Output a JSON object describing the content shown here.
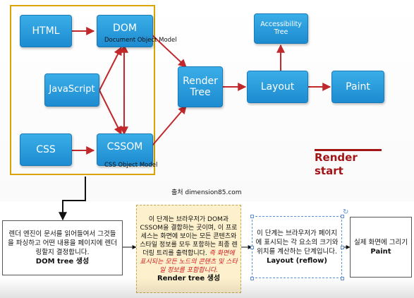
{
  "diagram": {
    "nodes": {
      "html": "HTML",
      "dom": "DOM",
      "javascript": "JavaScript",
      "css": "CSS",
      "cssom": "CSSOM",
      "render_tree_line1": "Render",
      "render_tree_line2": "Tree",
      "layout": "Layout",
      "paint": "Paint",
      "accessibility_line1": "Accessibility",
      "accessibility_line2": "Tree"
    },
    "dom_caption": "Document Object Model",
    "cssom_caption": "CSS Object Model",
    "render_start_line1": "Render",
    "render_start_line2": "start",
    "source": "출처  dimension85.com",
    "colors": {
      "node": "#1d8bd0",
      "arrow": "#c0282b",
      "frame": "#d9a400",
      "render_start": "#a31416"
    }
  },
  "steps": {
    "dom": {
      "text": "렌더 엔진이 문서를 읽어들여서 그것들을 파싱하고 어떤 내용을 페이지에 렌더링할지 결정합니다.",
      "title": "DOM tree 생성"
    },
    "render_tree": {
      "text": "이 단계는 브라우저가 DOM과 CSSOM을 결합하는 곳이며, 이 프로세스는 화면에 보이는 모든 콘텐츠와 스타일 정보를 모두 포함하는 최종 렌더링 트리를 출력합니다.",
      "highlight": "즉 화면에 표시되는 모든 노드의 콘텐츠 및 스타일 정보를 포함합니다.",
      "title": "Render tree 생성"
    },
    "layout": {
      "text": "이 단계는 브라우저가 페이지에 표시되는 각 요소의 크기와 위치를 계산하는 단계입니다.",
      "title": "Layout (reflow)"
    },
    "paint": {
      "text": "실제 화면에 그리기",
      "title": "Paint"
    }
  }
}
